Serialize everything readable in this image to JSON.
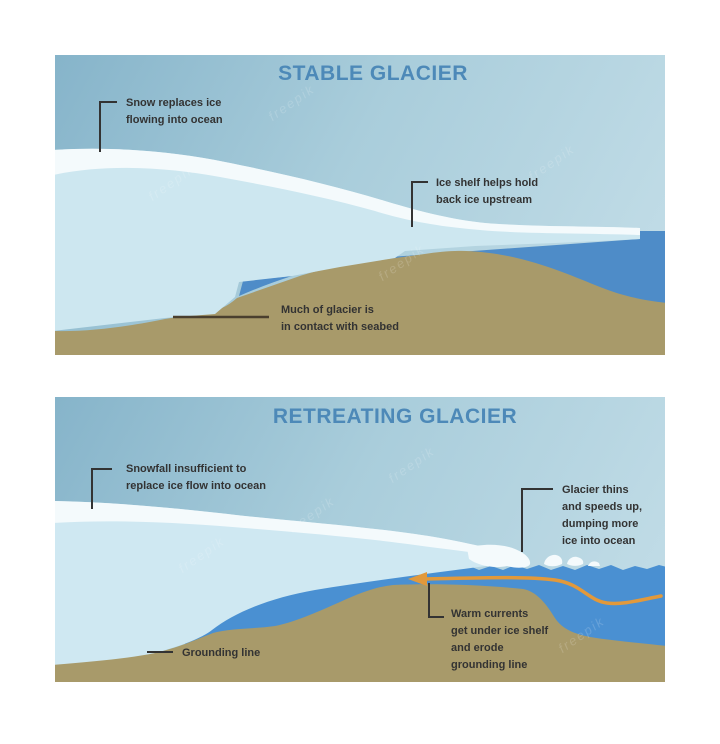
{
  "watermark": "freepik",
  "colors": {
    "title_blue": "#4d89b8",
    "label_text": "#333333",
    "callout_line": "#333333",
    "sky_gradient": [
      "#86b4ca",
      "#a9cddb",
      "#c4dee8"
    ],
    "glacier_body": "#cde7f0",
    "snow_white": "#f4fafc",
    "ocean_stable": "#4e8cc8",
    "ocean_retreating": "#4a90d2",
    "seabed_tan": "#a89a6a",
    "warm_current_arrow": "#e2993b"
  },
  "panels": [
    {
      "title": "STABLE GLACIER",
      "labels": [
        {
          "lines": [
            "Snow replaces ice",
            "flowing into ocean"
          ]
        },
        {
          "lines": [
            "Ice shelf helps hold",
            "back ice upstream"
          ]
        },
        {
          "lines": [
            "Much of glacier is",
            "in contact with seabed"
          ]
        }
      ]
    },
    {
      "title": "RETREATING GLACIER",
      "labels": [
        {
          "lines": [
            "Snowfall insufficient to",
            "replace ice flow into ocean"
          ]
        },
        {
          "lines": [
            "Glacier thins",
            "and speeds up,",
            "dumping more",
            "ice into ocean"
          ]
        },
        {
          "lines": [
            "Warm currents",
            "get under ice shelf",
            "and erode",
            "grounding line"
          ]
        },
        {
          "lines": [
            "Grounding line"
          ]
        }
      ]
    }
  ]
}
